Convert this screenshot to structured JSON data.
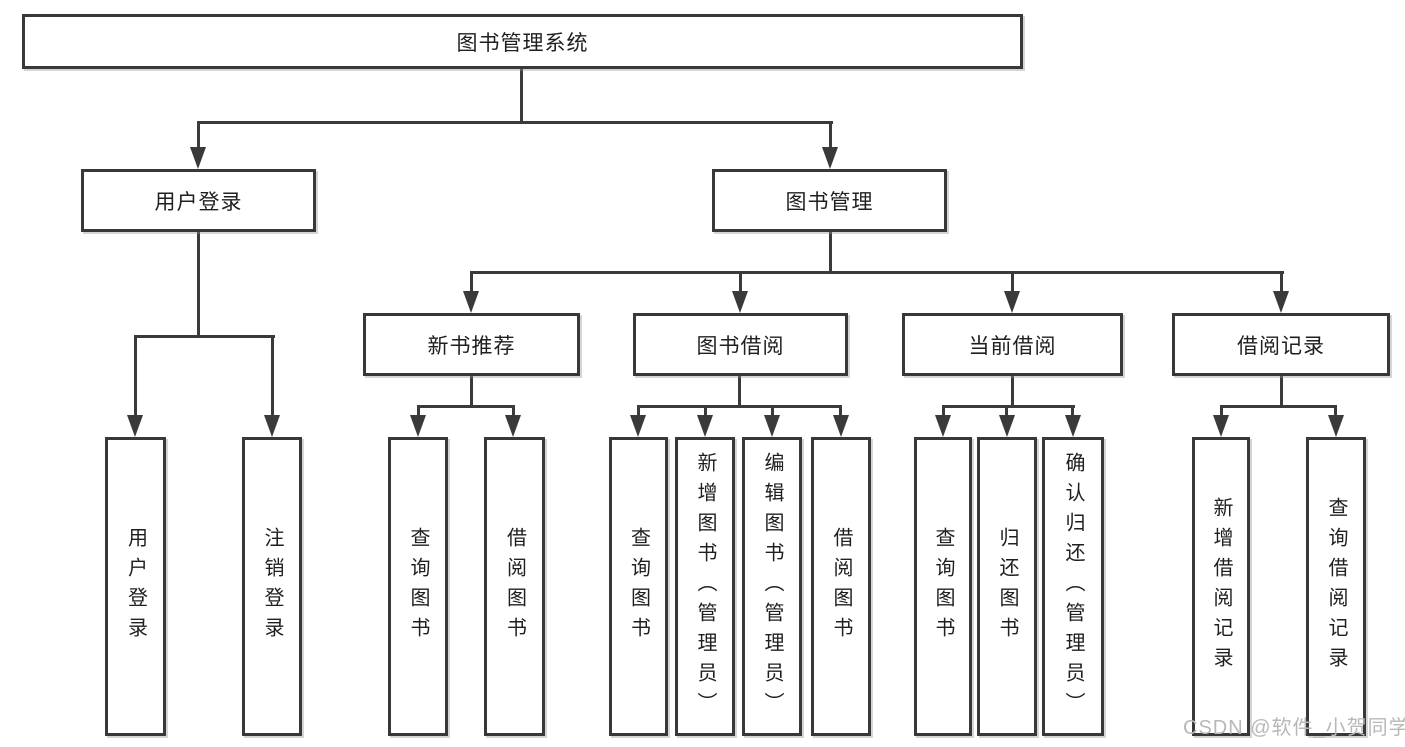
{
  "diagram": {
    "root": {
      "label": "图书管理系统"
    },
    "level2": {
      "user_login": {
        "label": "用户登录"
      },
      "book_mgmt": {
        "label": "图书管理"
      }
    },
    "level3": {
      "new_book_rec": {
        "label": "新书推荐"
      },
      "book_borrow": {
        "label": "图书借阅"
      },
      "current_borrow": {
        "label": "当前借阅"
      },
      "borrow_record": {
        "label": "借阅记录"
      }
    },
    "leaves": {
      "user_login": {
        "label": "用户登录"
      },
      "logout": {
        "label": "注销登录"
      },
      "rec_query_book": {
        "label": "查询图书"
      },
      "rec_borrow_book": {
        "label": "借阅图书"
      },
      "bb_query_book": {
        "label": "查询图书"
      },
      "bb_add_book": {
        "label": "新增图书（管理员）"
      },
      "bb_edit_book": {
        "label": "编辑图书（管理员）"
      },
      "bb_borrow_book": {
        "label": "借阅图书"
      },
      "cb_query_book": {
        "label": "查询图书"
      },
      "cb_return_book": {
        "label": "归还图书"
      },
      "cb_confirm_return": {
        "label": "确认归还（管理员）"
      },
      "br_add_record": {
        "label": "新增借阅记录"
      },
      "br_query_record": {
        "label": "查询借阅记录"
      }
    },
    "watermark": "CSDN @软件_小贺同学",
    "colors": {
      "line": "#3a3a3a",
      "border": "#383838",
      "text": "#1f1f1f",
      "watermark": "#b8b8b8",
      "background": "#ffffff"
    }
  }
}
